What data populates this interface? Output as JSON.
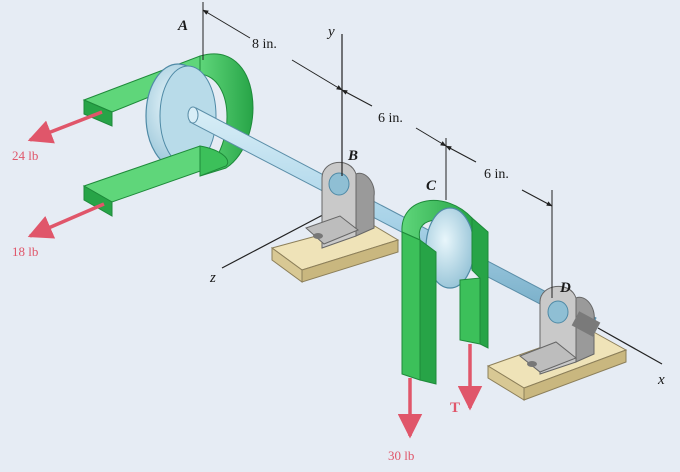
{
  "points": {
    "a": "A",
    "b": "B",
    "c": "C",
    "d": "D"
  },
  "axes": {
    "x": "x",
    "y": "y",
    "z": "z"
  },
  "dimensions": {
    "ab": "8 in.",
    "bc": "6 in.",
    "cd": "6 in."
  },
  "forces": {
    "top_belt": "24 lb",
    "bottom_belt": "18 lb",
    "belt_c": "30 lb",
    "tension": "T"
  },
  "colors": {
    "background": "#e6ecf4",
    "belt": "#3cc05a",
    "belt_dark": "#1e8a3a",
    "shaft": "#a9d3e8",
    "pulley": "#b8dbe9",
    "bearing": "#b5b5b5",
    "base": "#efe3b8",
    "force": "#e0566a"
  }
}
